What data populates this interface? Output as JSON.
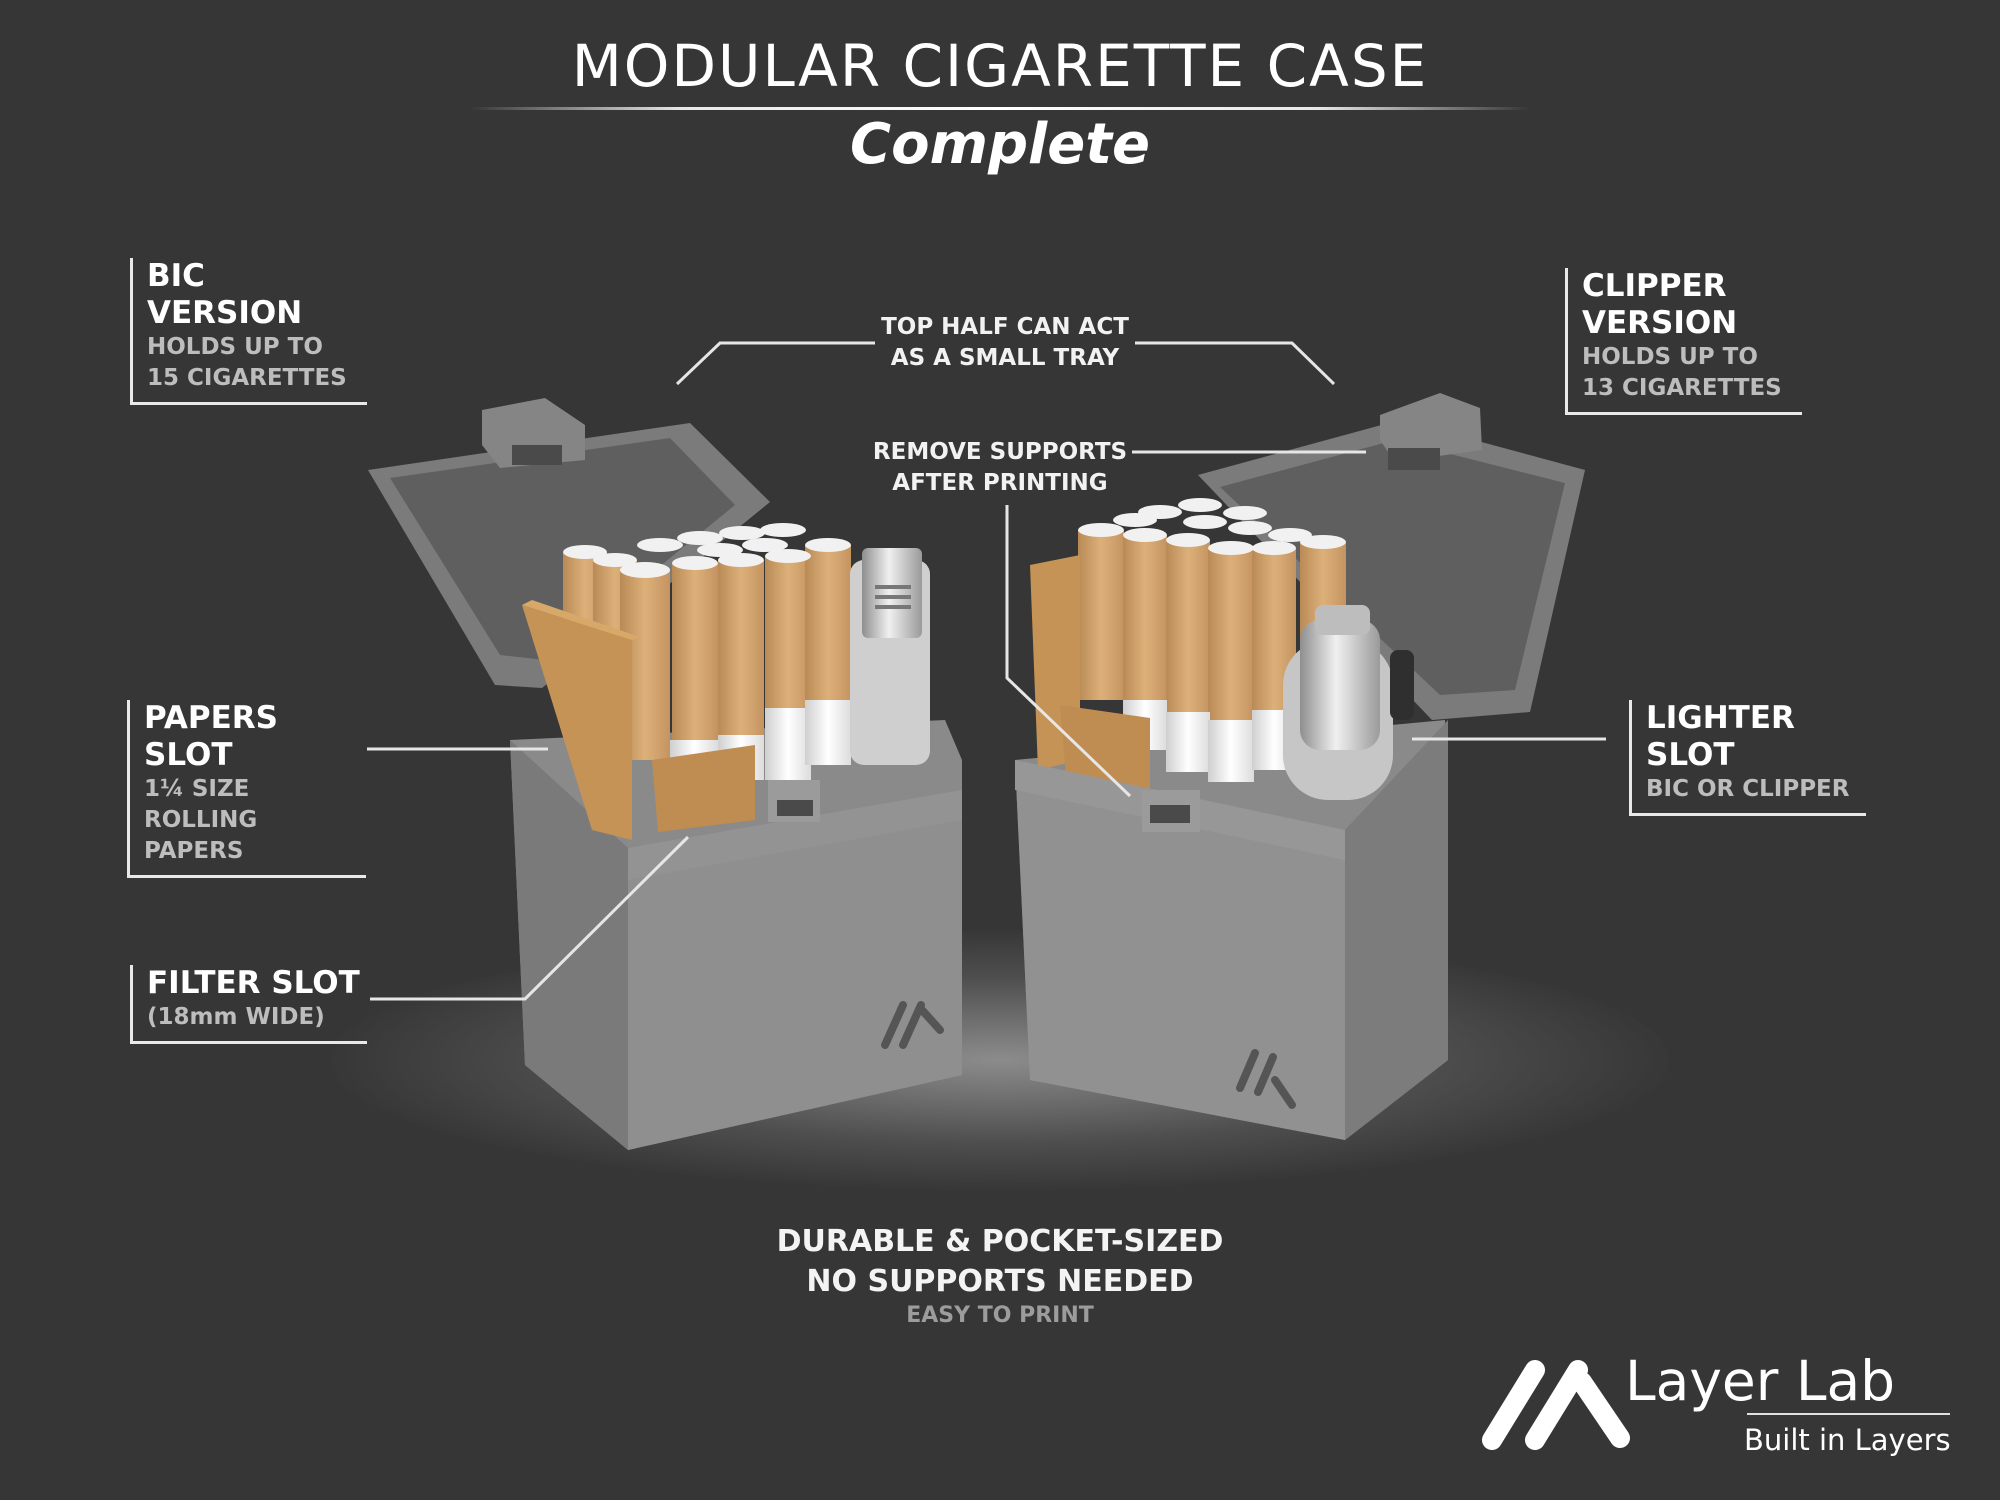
{
  "title": "MODULAR CIGARETTE CASE",
  "subtitle": "Complete",
  "callouts": {
    "bic": {
      "heading": "BIC VERSION",
      "lines": [
        "HOLDS UP TO",
        "15 CIGARETTES"
      ]
    },
    "clipper": {
      "heading": "CLIPPER VERSION",
      "lines": [
        "HOLDS UP TO",
        "13 CIGARETTES"
      ]
    },
    "tray": {
      "lines": [
        "TOP HALF CAN ACT",
        "AS A SMALL TRAY"
      ]
    },
    "supports": {
      "lines": [
        "REMOVE SUPPORTS",
        "AFTER PRINTING"
      ]
    },
    "papers": {
      "heading": "PAPERS SLOT",
      "lines": [
        "1¼ SIZE ROLLING",
        "PAPERS"
      ]
    },
    "lighter": {
      "heading": "LIGHTER SLOT",
      "lines": [
        "BIC OR CLIPPER"
      ]
    },
    "filter": {
      "heading": "FILTER SLOT",
      "lines": [
        "(18mm WIDE)"
      ]
    }
  },
  "bottom": {
    "line1": "DURABLE & POCKET-SIZED",
    "line2": "NO SUPPORTS NEEDED",
    "line3": "EASY TO PRINT"
  },
  "brand": {
    "name": "Layer Lab",
    "tagline": "Built in Layers",
    "logo_icon": "layer-lab-slash-logo"
  },
  "colors": {
    "background": "#363636",
    "case_gray": "#8c8c8c",
    "cigarette_tan": "#d4a46a",
    "filter_white": "#f2f2f2",
    "text_white": "#ffffff",
    "text_gray": "#bdbdbd"
  }
}
